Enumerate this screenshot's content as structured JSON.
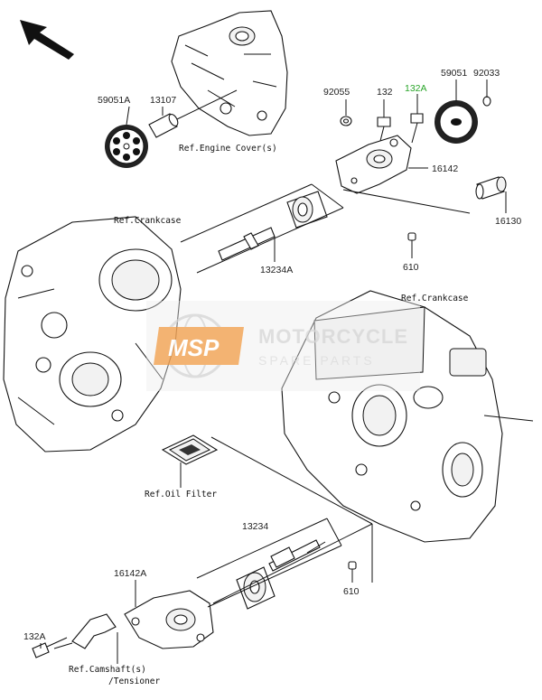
{
  "parts": {
    "p59051A": "59051A",
    "p13107": "13107",
    "p92055": "92055",
    "p132": "132",
    "p132A_top": "132A",
    "p59051": "59051",
    "p92033": "92033",
    "p16142": "16142",
    "p16130": "16130",
    "p13234A": "13234A",
    "p610_top": "610",
    "p13234": "13234",
    "p610_bottom": "610",
    "p16142A": "16142A",
    "p132A_bottom": "132A"
  },
  "refs": {
    "engine_cover": "Ref.Engine Cover(s)",
    "crankcase_left": "Ref.Crankcase",
    "crankcase_right": "Ref.Crankcase",
    "oil_filter": "Ref.Oil Filter",
    "camshaft_line1": "Ref.Camshaft(s)",
    "camshaft_line2": "/Tensioner"
  },
  "watermark": {
    "logo": "MSP",
    "brand": "MOTORCYCLE",
    "sub": "SPARE PARTS"
  },
  "colors": {
    "highlight_label": "#2aa52a",
    "watermark_orange": "#f2a65a"
  }
}
